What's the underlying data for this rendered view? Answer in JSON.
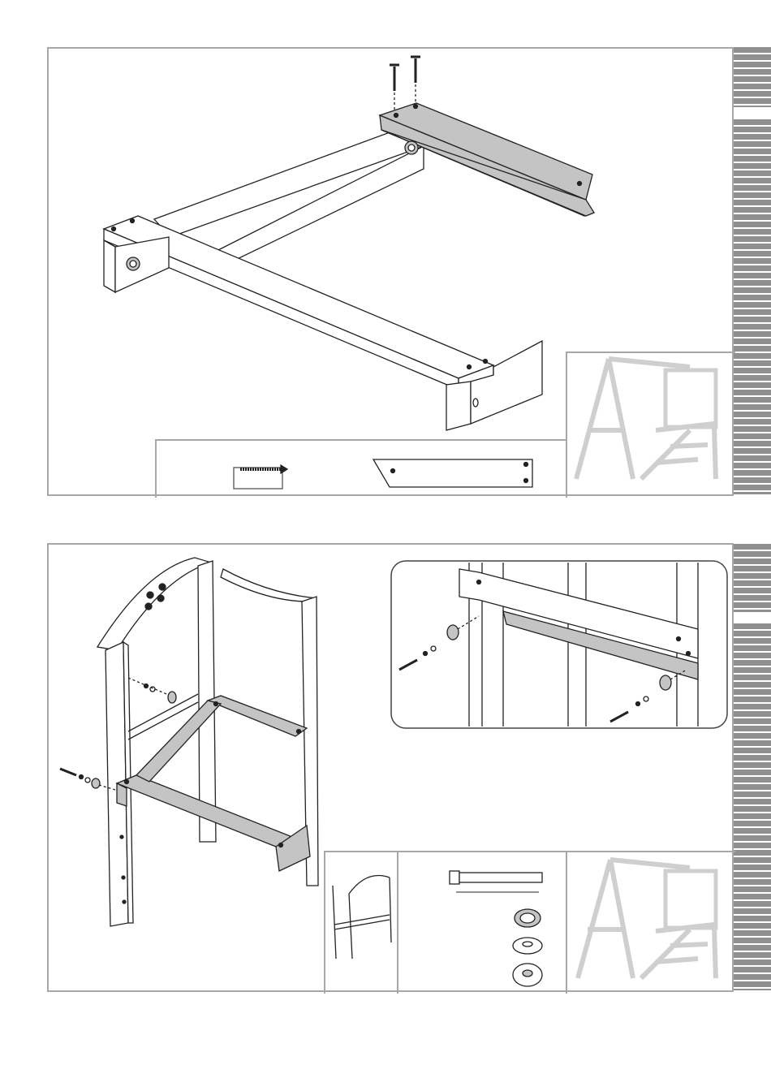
{
  "page": {
    "background": "#ffffff",
    "frame_color": "#a7a7a7",
    "part_fill": "#c4c4c4",
    "preview_color": "#cfcfcf",
    "stripe_color": "#8f8f8f"
  },
  "step_top": {
    "fasteners": [
      "wood-screw",
      "wood-screw"
    ],
    "parts_box": [
      "wood-screw-icon",
      "angled-board-icon"
    ],
    "preview": "swing-set-preview-icon"
  },
  "step_bottom": {
    "fasteners": [
      "hex-bolt",
      "lock-washer",
      "flat-washer",
      "cup-washer"
    ],
    "parts_box": [
      "hex-bolt-icon",
      "cup-washer-icon",
      "flat-washer-icon",
      "domed-cap-icon"
    ],
    "preview": "swing-set-preview-icon"
  }
}
